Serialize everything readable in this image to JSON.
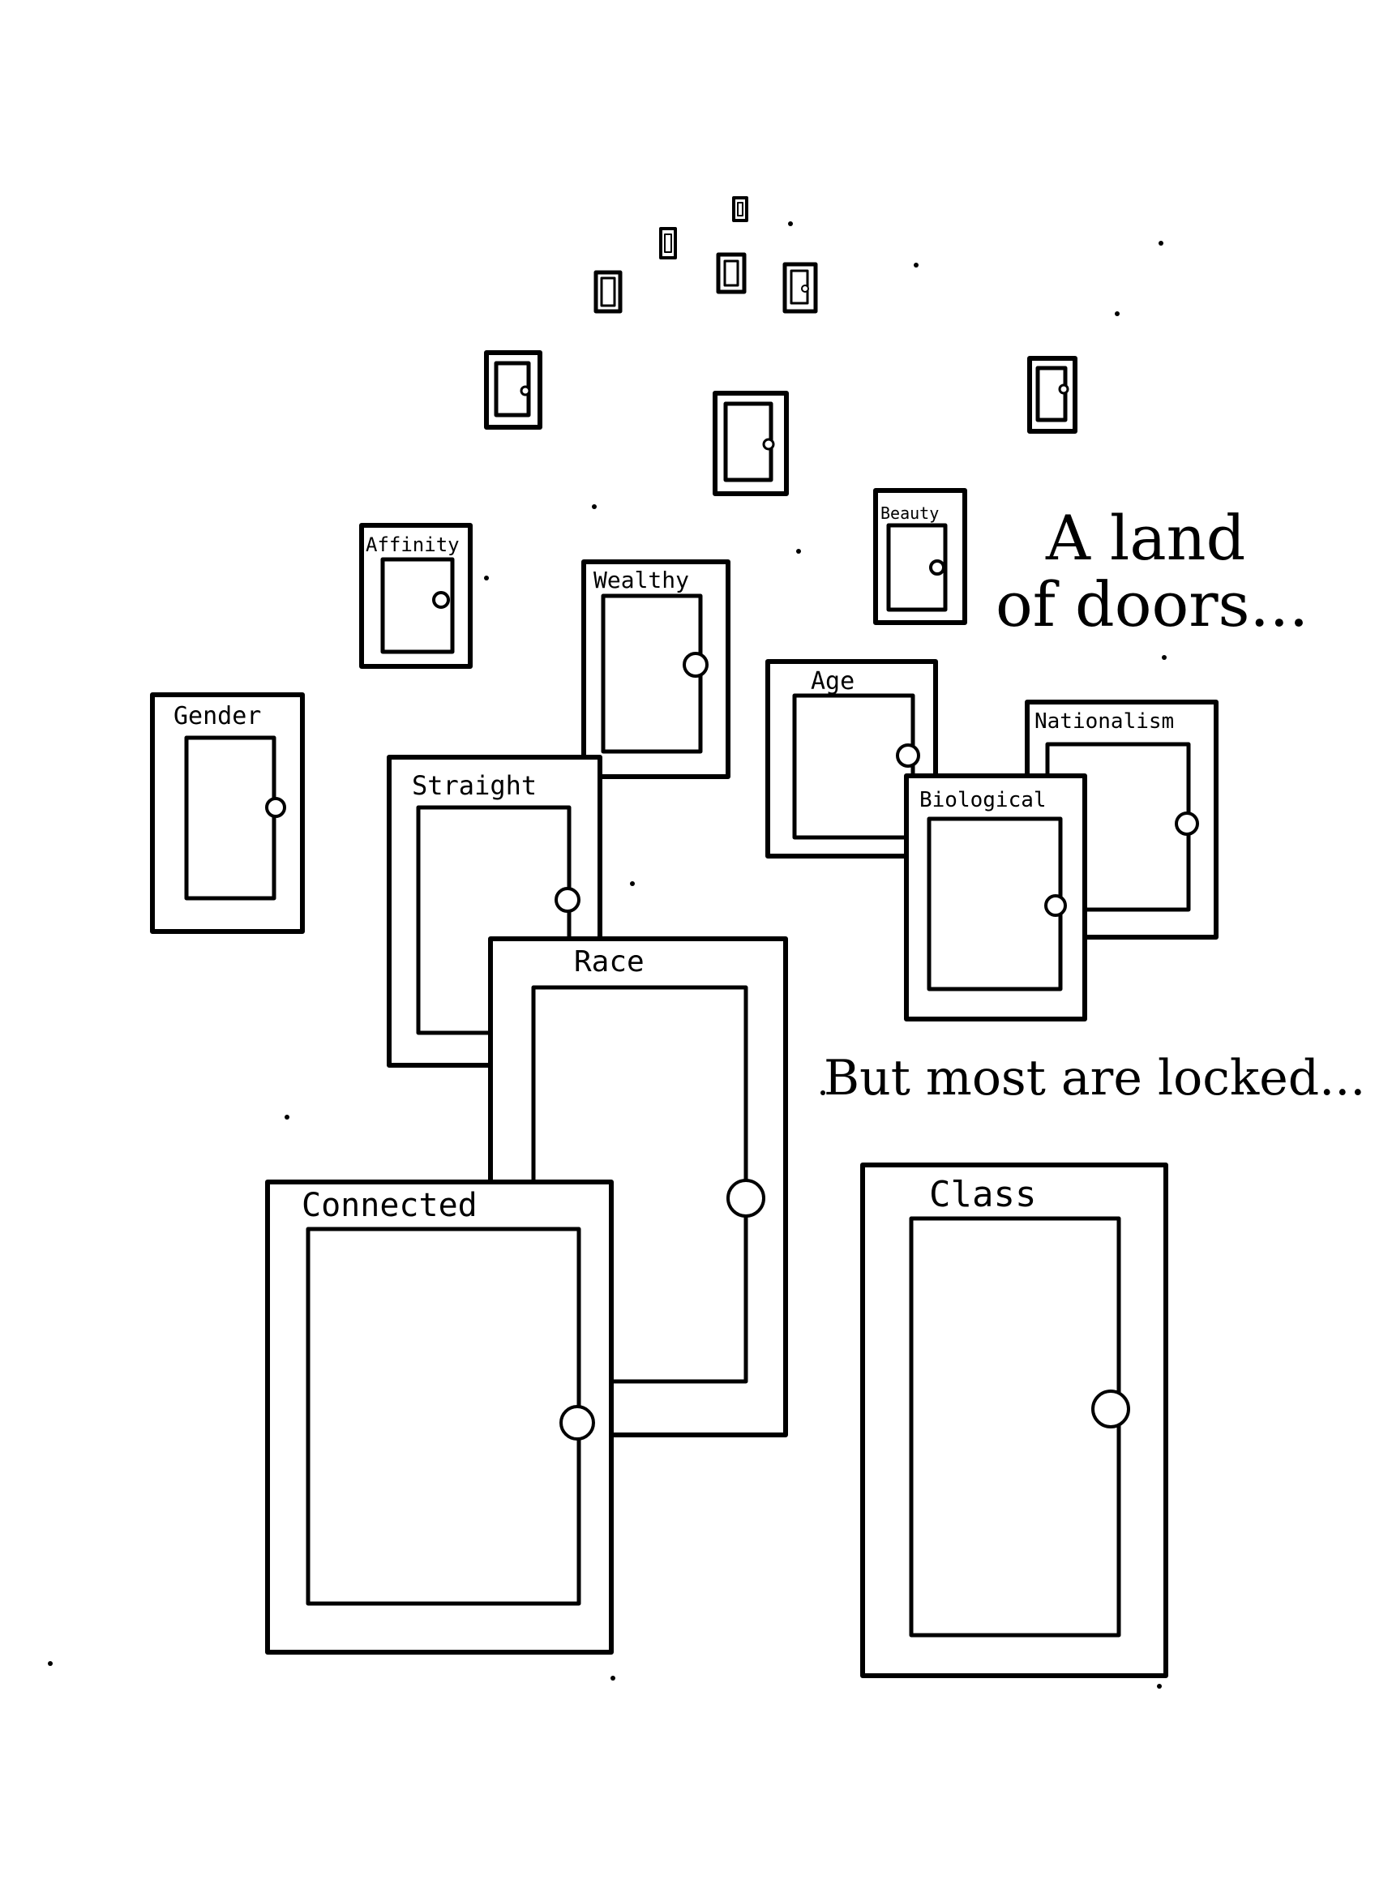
{
  "caption": {
    "line1": "A land",
    "line2": "of doors...",
    "line3": "But most are locked..."
  },
  "doors": {
    "affinity": "Affinity",
    "beauty": "Beauty",
    "wealthy": "Wealthy",
    "gender": "Gender",
    "age": "Age",
    "nationalism": "Nationalism",
    "straight": "Straight",
    "biological": "Biological",
    "race": "Race",
    "connected": "Connected",
    "class": "Class"
  },
  "colors": {
    "ink": "#000000",
    "paper": "#ffffff"
  }
}
